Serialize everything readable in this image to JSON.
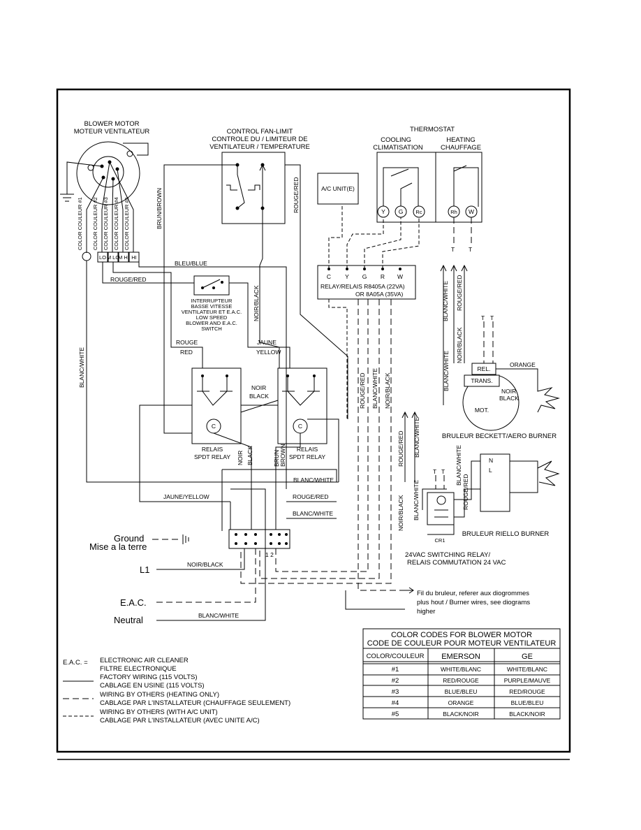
{
  "blower": {
    "title_en": "BLOWER MOTOR",
    "title_fr": "MOTEUR VENTILATEUR",
    "colors": [
      "COLOR COULEUR #1",
      "COLOR COULEUR #2",
      "COLOR COULEUR #3",
      "COLOR COULEUR #4",
      "COLOR COULEUR #5"
    ],
    "speeds": [
      "LO",
      "M LO",
      "M HI",
      "HI"
    ]
  },
  "control": {
    "l1": "CONTROL FAN-LIMIT",
    "l2": "CONTROLE DU / LIMITEUR DE",
    "l3": "VENTILATEUR / TEMPERATURE"
  },
  "thermostat": {
    "title": "THERMOSTAT",
    "cool1": "COOLING",
    "cool2": "CLIMATISATION",
    "heat1": "HEATING",
    "heat2": "CHAUFFAGE",
    "terms": [
      "Y",
      "G",
      "Rc",
      "Rh",
      "W"
    ]
  },
  "ac_unit": "A/C UNIT(E)",
  "relay": {
    "terms": [
      "C",
      "Y",
      "G",
      "R",
      "W"
    ],
    "l1": "RELAY/RELAIS  R8405A  (22VA)",
    "l2": "OR  8A05A  (35VA)"
  },
  "low_speed_switch": [
    "INTERRUPTEUR",
    "BASSE VITESSE",
    "VENTILATEUR ET E.A.C.",
    "LOW SPEED",
    "BLOWER AND E.A.C.",
    "SWITCH"
  ],
  "spdt": {
    "left1": "RELAIS",
    "left2": "SPDT RELAY",
    "right1": "RELAIS",
    "right2": "SPDT RELAY",
    "c": "C"
  },
  "wire_labels": {
    "brun_brown": "BRUN/BROWN",
    "rouge_red_v": "ROUGE/RED",
    "bleu_blue": "BLEU/BLUE",
    "rouge_red_h": "ROUGE/RED",
    "noir_black_v": "NOIR/BLACK",
    "blanc_white_v": "BLANC/WHITE",
    "rouge": "ROUGE",
    "red": "RED",
    "jaune": "JAUNE",
    "yellow": "YELLOW",
    "noir": "NOIR",
    "black": "BLACK",
    "noir2": "NOIR",
    "black2": "BLACK",
    "brun": "BRUN",
    "brown": "BROWN",
    "blanc_white_h": "BLANC/WHITE",
    "jaune_yellow": "JAUNE/YELLOW",
    "rouge_red_b": "ROUGE/RED",
    "blanc_white_b": "BLANC/WHITE",
    "noir_black_l1": "NOIR/BLACK",
    "blanc_white_n": "BLANC/WHITE",
    "rr1": "ROUGE/RED",
    "bw1": "BLANC/WHITE",
    "nb1": "NOIR/BLACK"
  },
  "left_terms": {
    "ground": "Ground",
    "mise": "Mise a la terre",
    "l1": "L1",
    "eac": "E.A.C.",
    "neutral": "Neutral",
    "tb_num": "1       2"
  },
  "beckett": {
    "title": "BRULEUR BECKETT/AERO BURNER",
    "rel": "REL.",
    "trans": "TRANS.",
    "mot": "MOT.",
    "orange": "ORANGE",
    "noir": "NOIR",
    "black": "BLACK",
    "bw": "BLANC/WHITE",
    "nb": "NOIR/BLACK",
    "bw2": "BLANC/WHITE",
    "rr": "ROUGE/RED"
  },
  "riello": {
    "title": "BRULEUR RIELLO BURNER",
    "n": "N",
    "l": "L",
    "cr": "CR1",
    "bw1": "BLANC/WHITE",
    "rr1": "ROUGE/RED",
    "nb": "NOIR/BLACK",
    "bw2": "BLANC/WHITE",
    "rr2": "ROUGE/RED",
    "bw3": "BLANC/WHITE",
    "relay1": "24VAC SWITCHING RELAY/",
    "relay2": "RELAIS COMMUTATION 24 VAC"
  },
  "burner_note": [
    "Fil du bruleur, referer aux diogrommes",
    "plus hout / Burner wires, see diograms",
    "higher"
  ],
  "legend": [
    {
      "sym": "E.A.C. =",
      "en": "ELECTRONIC AIR CLEANER",
      "fr": "FILTRE ELECTRONIQUE"
    },
    {
      "sym": "",
      "en": "FACTORY WIRING (115 VOLTS)",
      "fr": "CABLAGE EN USINE (115 VOLTS)"
    },
    {
      "sym": "",
      "en": "WIRING BY OTHERS (HEATING ONLY)",
      "fr": "CABLAGE PAR L'INSTALLATEUR (CHAUFFAGE SEULEMENT)"
    },
    {
      "sym": "",
      "en": "WIRING BY OTHERS (WITH A/C UNIT)",
      "fr": "CABLAGE PAR L'INSTALLATEUR (AVEC UNITE A/C)"
    }
  ],
  "color_table": {
    "title1": "COLOR CODES FOR BLOWER MOTOR",
    "title2": "CODE DE COULEUR POUR MOTEUR VENTILATEUR",
    "headers": [
      "COLOR/COULEUR",
      "EMERSON",
      "GE"
    ],
    "rows": [
      [
        "#1",
        "WHITE/BLANC",
        "WHITE/BLANC"
      ],
      [
        "#2",
        "RED/ROUGE",
        "PURPLE/MAUVE"
      ],
      [
        "#3",
        "BLUE/BLEU",
        "RED/ROUGE"
      ],
      [
        "#4",
        "ORANGE",
        "BLUE/BLEU"
      ],
      [
        "#5",
        "BLACK/NOIR",
        "BLACK/NOIR"
      ]
    ]
  }
}
